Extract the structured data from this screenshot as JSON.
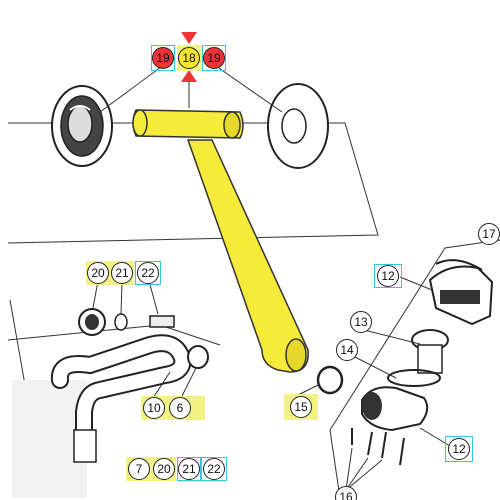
{
  "diagram": {
    "type": "exploded-parts-diagram",
    "colors": {
      "highlight_part": "#f6ea3a",
      "callout_yellow_box": "#f2f287",
      "callout_cyan_box": "#35c7e0",
      "selected_marker": "#ee3338"
    },
    "callouts": [
      {
        "id": "c19a",
        "label": "19"
      },
      {
        "id": "c18",
        "label": "18"
      },
      {
        "id": "c19b",
        "label": "19"
      },
      {
        "id": "c20a",
        "label": "20"
      },
      {
        "id": "c21a",
        "label": "21"
      },
      {
        "id": "c22a",
        "label": "22"
      },
      {
        "id": "c12a",
        "label": "12"
      },
      {
        "id": "c13",
        "label": "13"
      },
      {
        "id": "c14",
        "label": "14"
      },
      {
        "id": "c10",
        "label": "10"
      },
      {
        "id": "c6",
        "label": "6"
      },
      {
        "id": "c15",
        "label": "15"
      },
      {
        "id": "c12b",
        "label": "12"
      },
      {
        "id": "c7",
        "label": "7"
      },
      {
        "id": "c20b",
        "label": "20"
      },
      {
        "id": "c21b",
        "label": "21"
      },
      {
        "id": "c22b",
        "label": "22"
      },
      {
        "id": "c16",
        "label": "16"
      },
      {
        "id": "c17",
        "label": "17"
      }
    ]
  }
}
